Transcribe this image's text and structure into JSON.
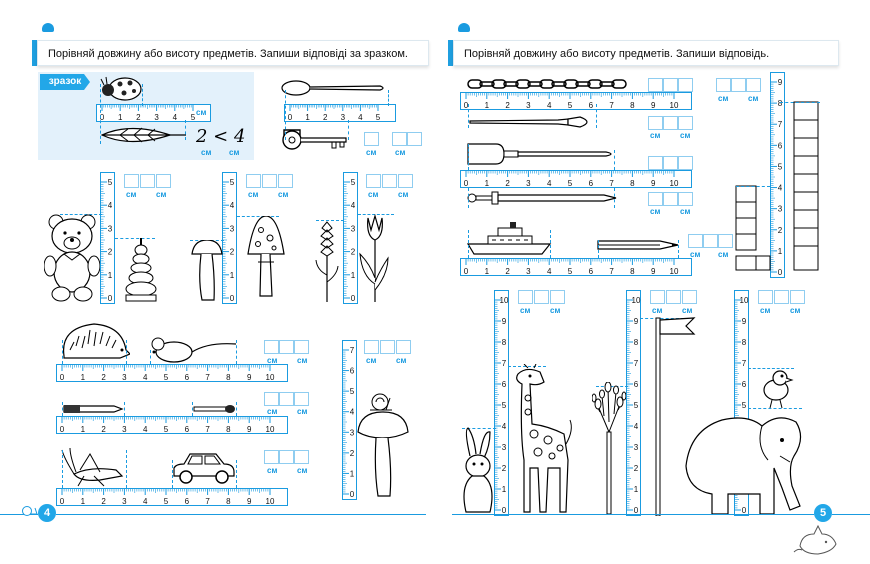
{
  "left_page": {
    "instruction": "Порівняй довжину або висоту предметів. Запиши відповіді за зразком.",
    "sample_label": "зразок",
    "sample_comparison": "2 < 4",
    "page_number": "4"
  },
  "right_page": {
    "instruction": "Порівняй довжину або висоту предметів. Запиши відповідь.",
    "page_number": "5"
  },
  "unit": "см",
  "ruler_labels_5": [
    "0",
    "1",
    "2",
    "3",
    "4",
    "5"
  ],
  "ruler_labels_7": [
    "0",
    "1",
    "2",
    "3",
    "4",
    "5",
    "6",
    "7"
  ],
  "ruler_labels_9": [
    "0",
    "1",
    "2",
    "3",
    "4",
    "5",
    "6",
    "7",
    "8",
    "9"
  ],
  "ruler_labels_10": [
    "0",
    "1",
    "2",
    "3",
    "4",
    "5",
    "6",
    "7",
    "8",
    "9",
    "10"
  ],
  "icons": {
    "ladybug": "ladybug-icon",
    "leaf": "leaf-icon",
    "spoon": "spoon-icon",
    "key": "key-icon",
    "teddy": "teddy-bear-icon",
    "pyramid": "ring-pyramid-icon",
    "mushroom": "mushroom-icon",
    "amanita": "fly-agaric-icon",
    "wheat": "wheat-icon",
    "tulip": "tulip-icon",
    "hedgehog": "hedgehog-icon",
    "mouse": "mouse-icon",
    "pen": "pen-icon",
    "match": "match-icon",
    "grasshopper": "grasshopper-icon",
    "car": "car-icon",
    "snail-mushroom": "snail-on-mushroom-icon",
    "chain": "chain-icon",
    "brush": "paintbrush-icon",
    "shovel": "shovel-icon",
    "sword": "sword-icon",
    "ship": "ship-icon",
    "pencil": "pencil-icon",
    "cubes": "cube-tower-icon",
    "rabbit": "rabbit-icon",
    "giraffe": "giraffe-icon",
    "tree": "tree-icon",
    "flag": "flag-icon",
    "elephant": "elephant-icon",
    "bird": "bird-icon",
    "cat": "cat-icon"
  }
}
